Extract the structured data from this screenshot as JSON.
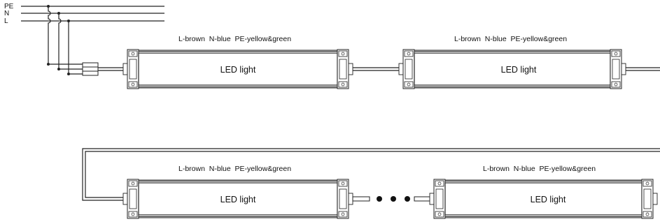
{
  "supply": {
    "lines": [
      "PE",
      "N",
      "L"
    ]
  },
  "fixture": {
    "wire_legend": "L-brown  N-blue  PE-yellow&green",
    "name": "LED light"
  },
  "rows": [
    {
      "fixtures": [
        {
          "wire_legend": "L-brown  N-blue  PE-yellow&green",
          "name": "LED light"
        },
        {
          "wire_legend": "L-brown  N-blue  PE-yellow&green",
          "name": "LED light"
        }
      ]
    },
    {
      "fixtures": [
        {
          "wire_legend": "L-brown  N-blue  PE-yellow&green",
          "name": "LED light"
        },
        {
          "wire_legend": "L-brown  N-blue  PE-yellow&green",
          "name": "LED light"
        }
      ]
    }
  ],
  "continuation": "ellipsis-dots"
}
